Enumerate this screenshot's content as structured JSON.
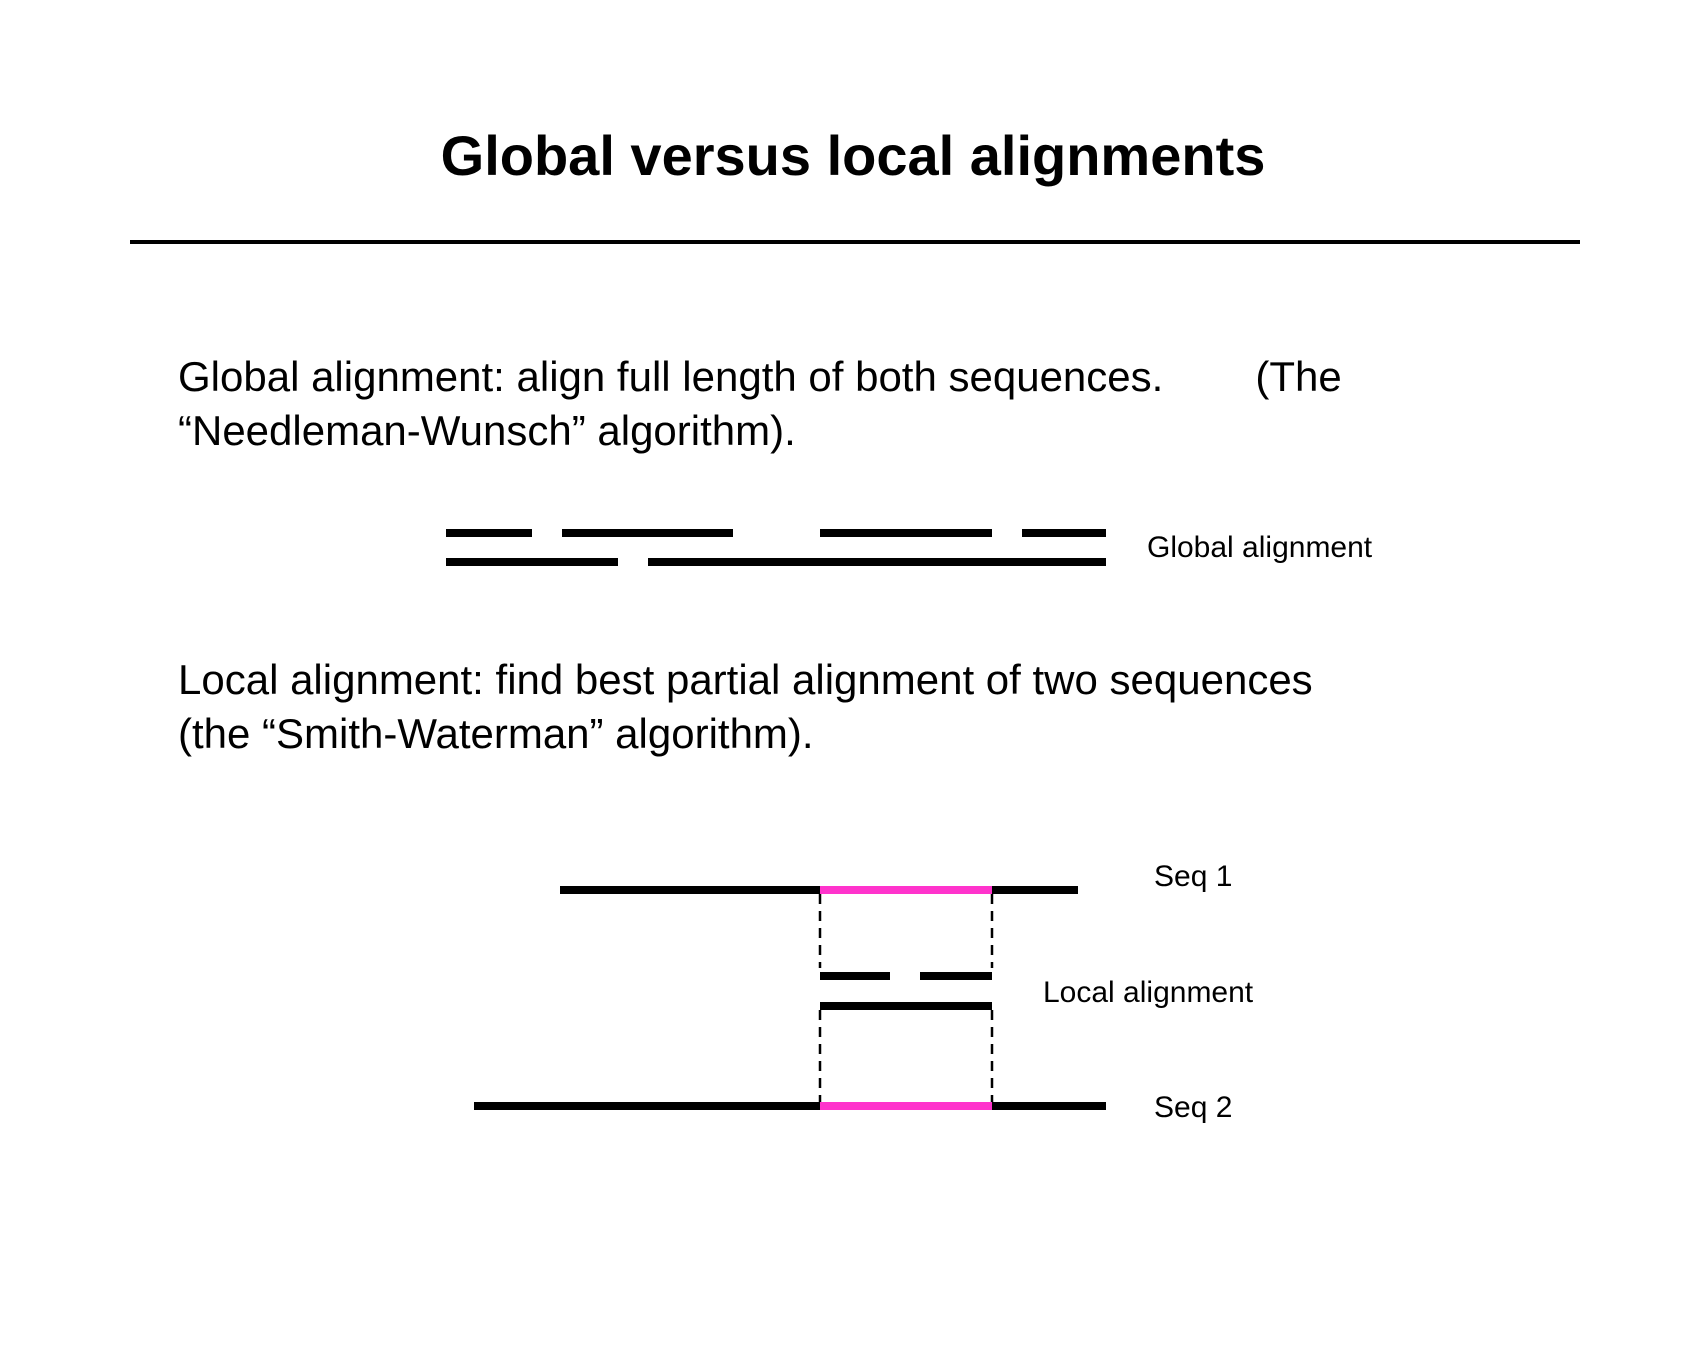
{
  "title": "Global versus local alignments",
  "global_section": {
    "line1_text": "Global alignment: align full length of both sequences.",
    "line1_tail": "(The",
    "line2": "“Needleman-Wunsch” algorithm).",
    "diagram_label": "Global alignment"
  },
  "local_section": {
    "line1": "Local alignment: find best partial alignment of two sequences",
    "line2": "(the “Smith-Waterman” algorithm).",
    "seq1_label": "Seq 1",
    "alignment_label": "Local alignment",
    "seq2_label": "Seq 2"
  },
  "colors": {
    "line": "#000000",
    "highlight": "#ff33cc"
  }
}
